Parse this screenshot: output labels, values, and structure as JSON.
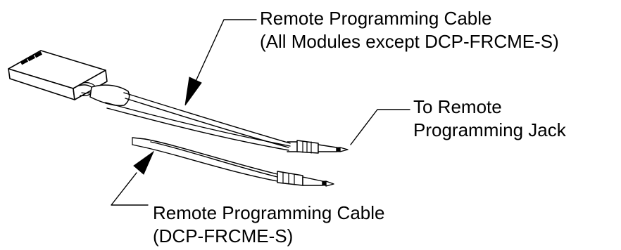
{
  "labels": {
    "top_cable": {
      "line1": "Remote Programming Cable",
      "line2": "(All Modules except DCP-FRCME-S)"
    },
    "jack": {
      "line1": "To Remote",
      "line2": "Programming Jack"
    },
    "bottom_cable": {
      "line1": "Remote Programming Cable",
      "line2": "(DCP-FRCME-S)"
    }
  },
  "colors": {
    "line": "#000000",
    "background": "#ffffff"
  }
}
